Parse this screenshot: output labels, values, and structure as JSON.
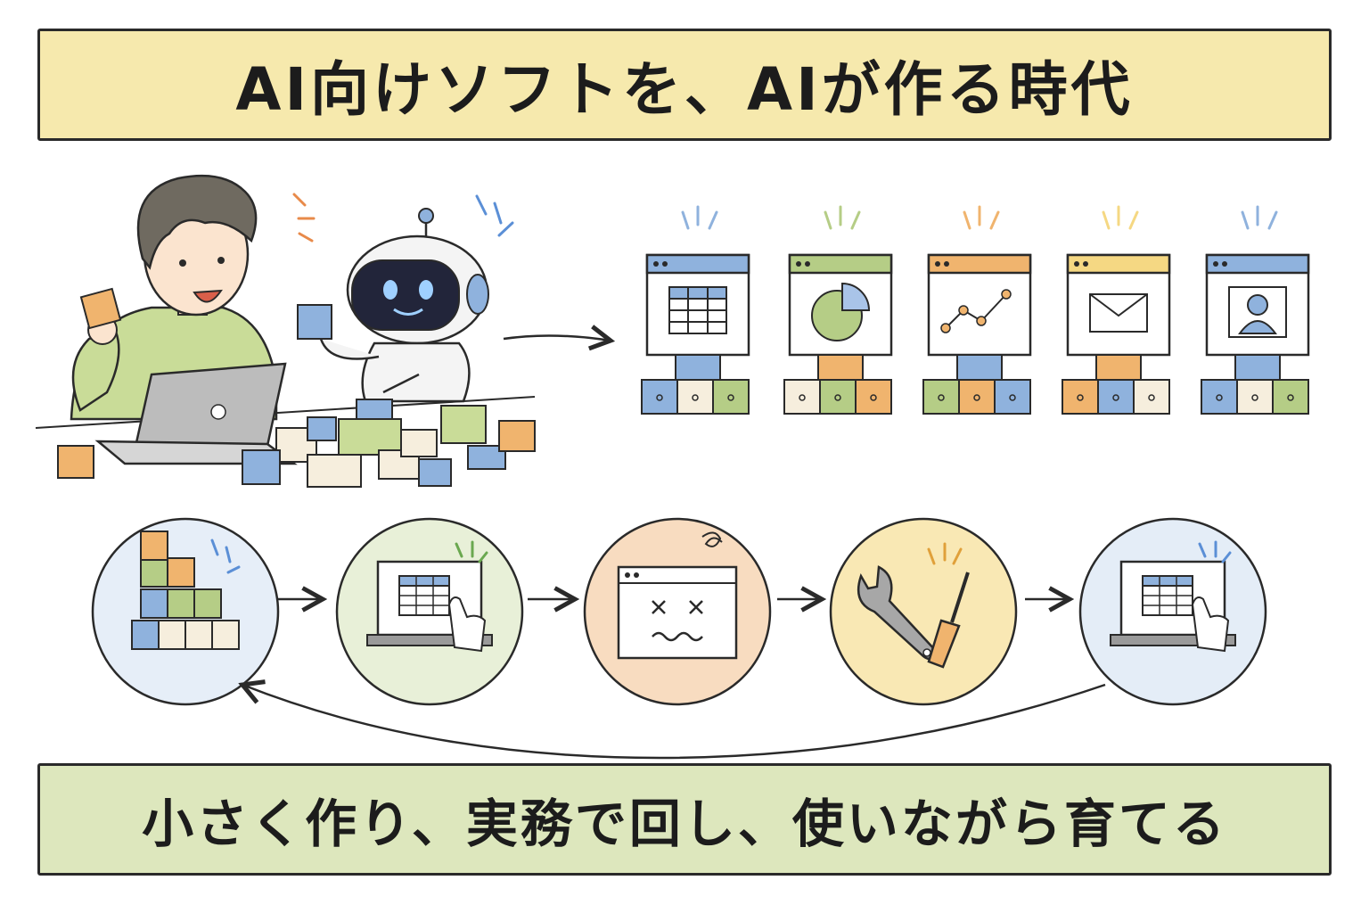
{
  "title": "AI向けソフトを、AIが作る時代",
  "footer": "小さく作り、実務で回し、使いながら育てる",
  "colors": {
    "title_bg": "#f6e9ad",
    "footer_bg": "#dde7bd",
    "blue": "#8fb2dd",
    "green": "#b5cd86",
    "orange": "#f0b46e",
    "yellow": "#f5d883",
    "cream": "#f6eedd",
    "ink": "#2a2a2a"
  },
  "apps": [
    {
      "icon": "spreadsheet-icon",
      "accent": "#8fb2dd"
    },
    {
      "icon": "pie-chart-icon",
      "accent": "#b5cd86"
    },
    {
      "icon": "line-graph-icon",
      "accent": "#f0b46e"
    },
    {
      "icon": "envelope-icon",
      "accent": "#f5d883"
    },
    {
      "icon": "user-profile-icon",
      "accent": "#8fb2dd"
    }
  ],
  "cycle": [
    {
      "step": "build-blocks",
      "icon": "stacked-blocks-icon",
      "bg": "#e6eef8"
    },
    {
      "step": "use-at-work",
      "icon": "laptop-touch-icon",
      "bg": "#e8f0d8"
    },
    {
      "step": "error",
      "icon": "broken-window-icon",
      "bg": "#f8dcc0"
    },
    {
      "step": "fix",
      "icon": "wrench-screwdriver-icon",
      "bg": "#f9e8b4"
    },
    {
      "step": "improved",
      "icon": "laptop-touch-icon",
      "bg": "#e4edf7"
    }
  ]
}
